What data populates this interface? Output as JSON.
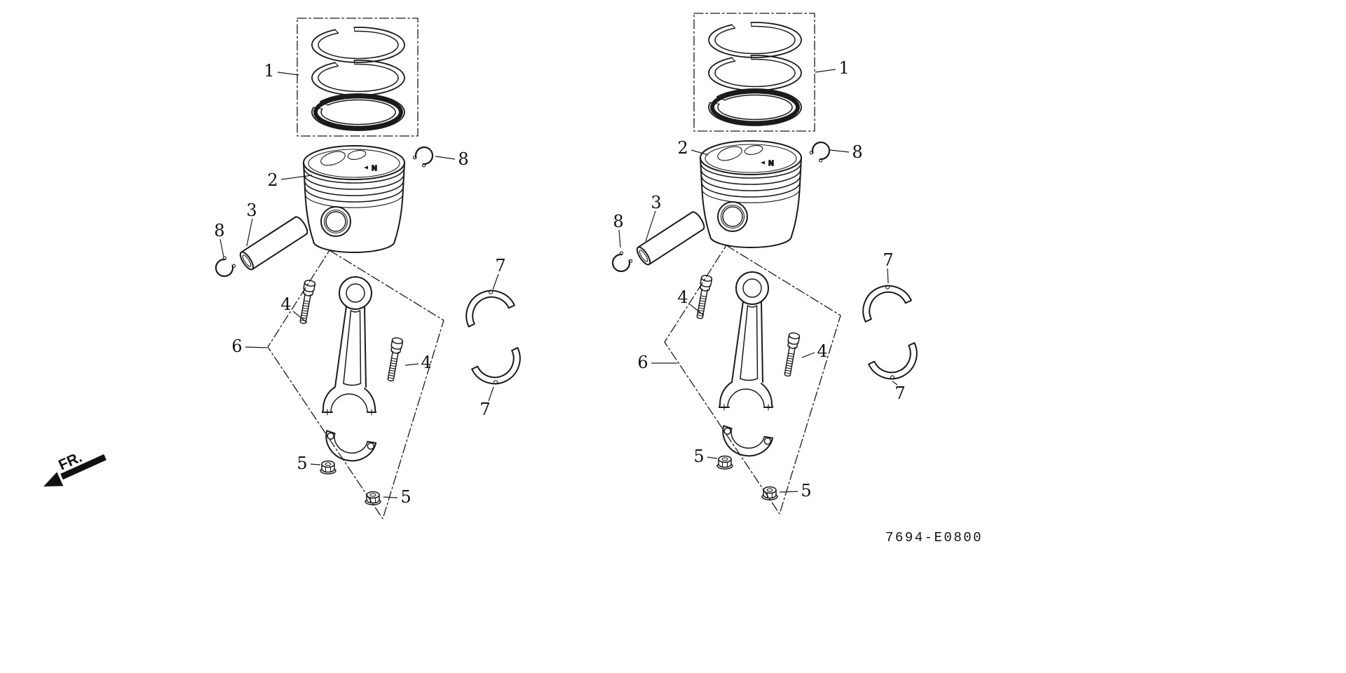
{
  "diagram": {
    "code": "7694-E0800",
    "front_label": "FR.",
    "piston_mark": "N"
  },
  "parts": {
    "piston_ring_set": "1",
    "piston": "2",
    "piston_pin": "3",
    "connecting_rod_bolt": "4",
    "connecting_rod_nut": "5",
    "connecting_rod": "6",
    "connecting_rod_bearing": "7",
    "piston_pin_clip": "8"
  },
  "colors": {
    "line": "#1a1a1a",
    "background": "#ffffff"
  }
}
